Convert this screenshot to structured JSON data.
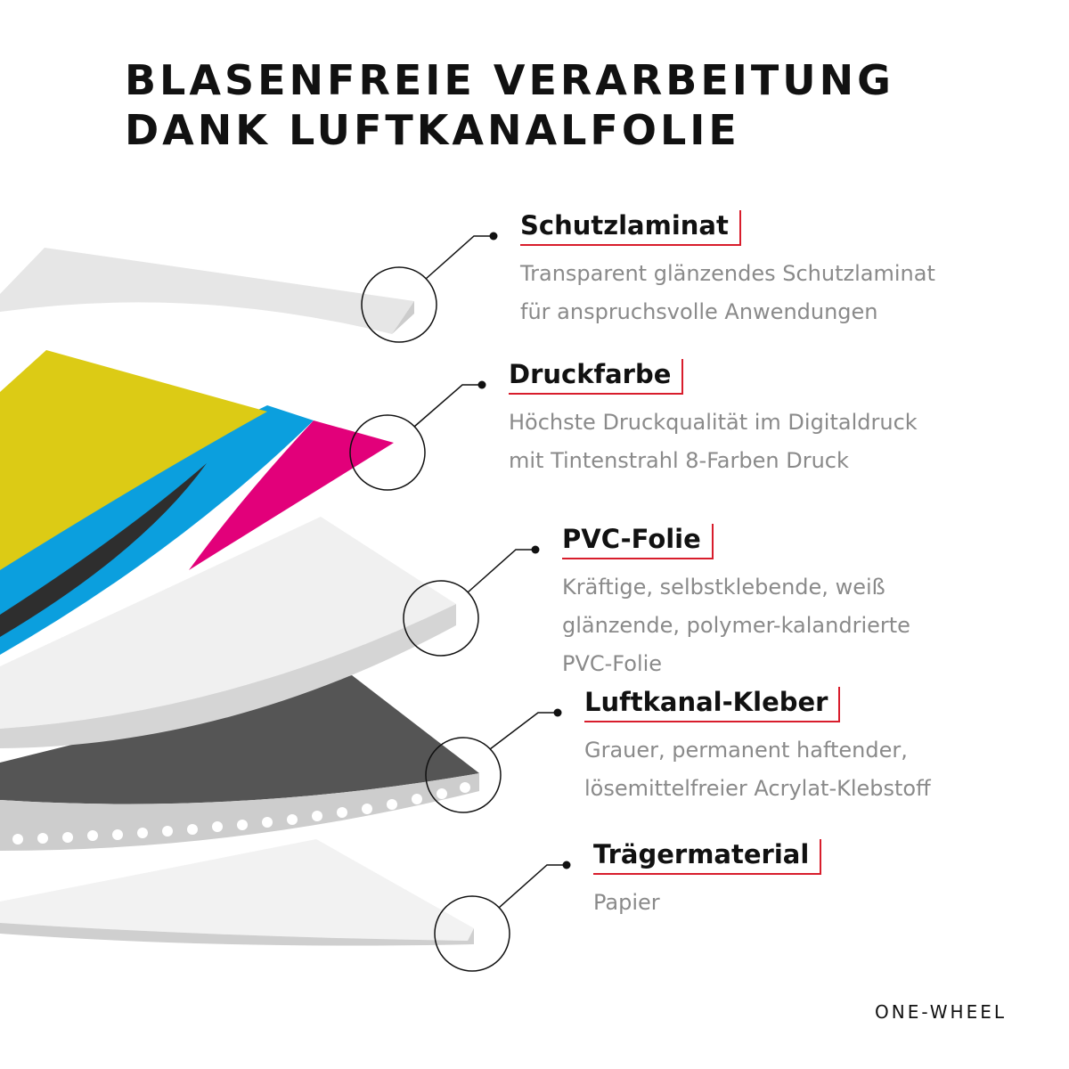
{
  "title": {
    "line1": "Blasenfreie Verarbeitung",
    "line2": "dank Luftkanalfolie"
  },
  "layers": [
    {
      "name": "Schutzlaminat",
      "description": "Transparent glänzendes Schutzlaminat für anspruchsvolle Anwendungen"
    },
    {
      "name": "Druckfarbe",
      "description": "Höchste Druckqualität im Digitaldruck mit Tintenstrahl 8-Farben Druck"
    },
    {
      "name": "PVC-Folie",
      "description": "Kräftige, selbstklebende, weiß glänzende, polymer-kalandrierte PVC-Folie"
    },
    {
      "name": "Luftkanal-Kleber",
      "description": "Grauer, permanent haftender, lösemittelfreier Acrylat-Klebstoff"
    },
    {
      "name": "Trägermaterial",
      "description": "Papier"
    }
  ],
  "brand": "ONE-WHEEL",
  "colors": {
    "accent": "#d81d2c",
    "yellow": "#dccb15",
    "cyan": "#0b9fde",
    "magenta": "#e2007a",
    "black": "#1c1c1c",
    "adhesive": "#555555",
    "laminate": "#e6e6e6"
  }
}
